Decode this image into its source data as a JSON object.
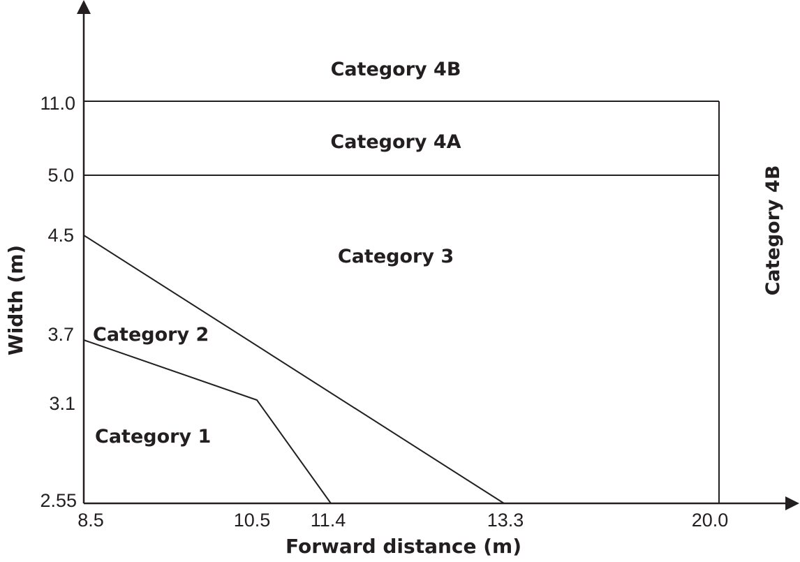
{
  "chart_data": {
    "type": "region-diagram",
    "title": "",
    "xlabel": "Forward distance (m)",
    "ylabel": "Width (m)",
    "x_ticks": [
      "8.5",
      "10.5",
      "11.4",
      "13.3",
      "20.0"
    ],
    "y_ticks": [
      "11.0",
      "5.0",
      "4.5",
      "3.7",
      "3.1",
      "2.55"
    ],
    "boundaries": [
      {
        "name": "Category 1/2 boundary",
        "points": [
          [
            8.5,
            3.7
          ],
          [
            10.5,
            3.1
          ],
          [
            11.4,
            2.55
          ]
        ]
      },
      {
        "name": "Category 2/3 boundary",
        "points": [
          [
            8.5,
            4.5
          ],
          [
            13.3,
            2.55
          ]
        ]
      },
      {
        "name": "Category 3/4A boundary",
        "points": [
          [
            8.5,
            5.0
          ],
          [
            20.0,
            5.0
          ]
        ]
      },
      {
        "name": "Category 4A/4B boundary",
        "points": [
          [
            8.5,
            11.0
          ],
          [
            20.0,
            11.0
          ]
        ]
      },
      {
        "name": "Forward distance limit",
        "points": [
          [
            20.0,
            2.55
          ],
          [
            20.0,
            11.0
          ]
        ]
      }
    ],
    "regions": [
      "Category 1",
      "Category 2",
      "Category 3",
      "Category 4A",
      "Category 4B"
    ]
  },
  "axes": {
    "x_label": "Forward distance (m)",
    "y_label": "Width (m)"
  },
  "ticks": {
    "x": [
      "8.5",
      "10.5",
      "11.4",
      "13.3",
      "20.0"
    ],
    "y": [
      "11.0",
      "5.0",
      "4.5",
      "3.7",
      "3.1",
      "2.55"
    ]
  },
  "regions": {
    "cat1": "Category 1",
    "cat2": "Category 2",
    "cat3": "Category 3",
    "cat4a": "Category 4A",
    "cat4b_top": "Category 4B",
    "cat4b_right": "Category 4B"
  }
}
